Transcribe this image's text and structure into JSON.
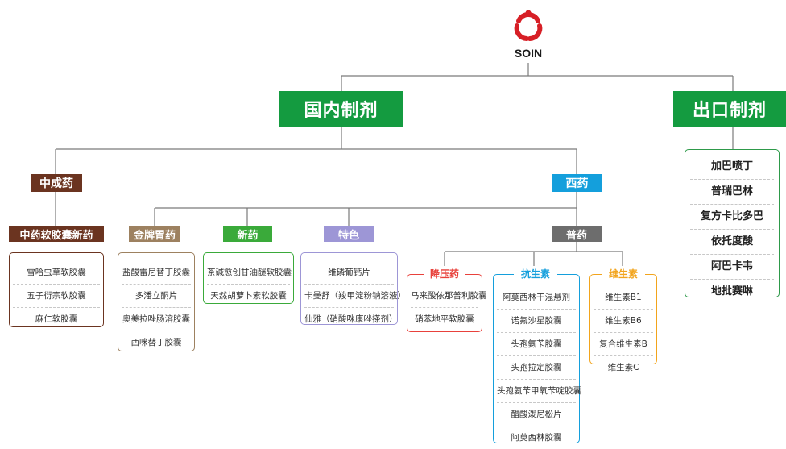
{
  "logo": {
    "text": "SOIN",
    "color": "#d71f26"
  },
  "colors": {
    "green": "#149b40",
    "brown": "#6b3420",
    "blue": "#149fdc",
    "gray": "#6d6d6d"
  },
  "domestic": {
    "label": "国内制剂"
  },
  "export": {
    "label": "出口制剂",
    "items": [
      "加巴喷丁",
      "普瑞巴林",
      "复方卡比多巴",
      "依托度酸",
      "阿巴卡韦",
      "地批赛啉"
    ]
  },
  "tcm": {
    "label": "中成药"
  },
  "western": {
    "label": "西药"
  },
  "groups": {
    "softcap": {
      "label": "中药软胶囊新药",
      "items": [
        "雪哈虫草软胶囊",
        "五子衍宗软胶囊",
        "麻仁软胶囊"
      ]
    },
    "stomach": {
      "label": "金牌胃药",
      "items": [
        "盐酸雷尼替丁胶囊",
        "多潘立酮片",
        "奥美拉唑肠溶胶囊",
        "西咪替丁胶囊"
      ]
    },
    "newdrug": {
      "label": "新药",
      "items": [
        "茶碱愈创甘油醚软胶囊",
        "天然胡萝卜素软胶囊"
      ]
    },
    "special": {
      "label": "特色",
      "items": [
        "维磷葡钙片",
        "卡曼舒（羧甲淀粉钠溶液）",
        "仙雅（硝酸咪康唑搽剂）"
      ]
    },
    "general": {
      "label": "普药"
    }
  },
  "subgroups": {
    "bp": {
      "label": "降压药",
      "items": [
        "马来酸依那普利胶囊",
        "硝苯地平软胶囊"
      ]
    },
    "anti": {
      "label": "抗生素",
      "items": [
        "阿莫西林干混悬剂",
        "诺氟沙星胶囊",
        "头孢氨苄胶囊",
        "头孢拉定胶囊",
        "头孢氨苄甲氧苄啶胶囊",
        "醋酸泼尼松片",
        "阿莫西林胶囊"
      ]
    },
    "vit": {
      "label": "维生素",
      "items": [
        "维生素B1",
        "维生素B6",
        "复合维生素B",
        "维生素C"
      ]
    }
  }
}
